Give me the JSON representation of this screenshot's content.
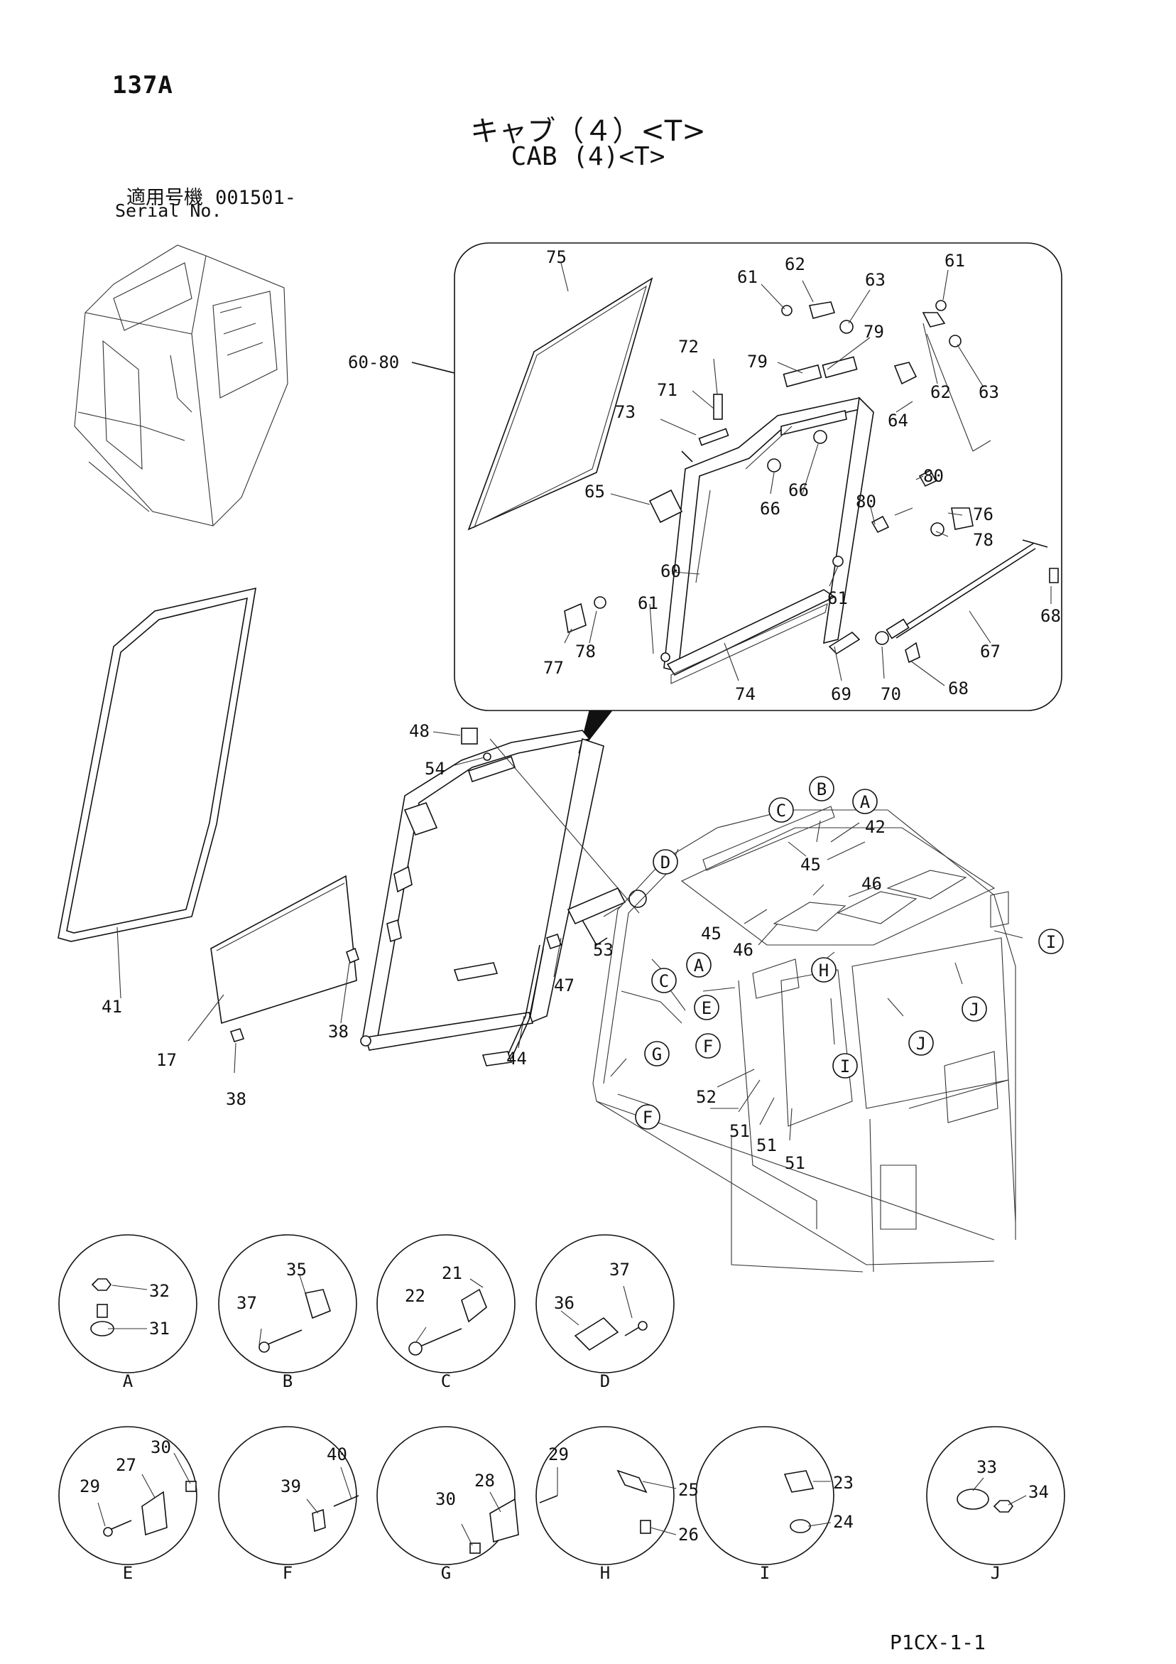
{
  "page_number": "137A",
  "title_jp": "キャブ（４）<T>",
  "title_en": "CAB (4)<T>",
  "serial_label_jp": "適用号機",
  "serial_value": "001501-",
  "serial_label_en": "Serial No.",
  "drawing_code": "P1CX-1-1",
  "callouts": {
    "c17": "17",
    "c21": "21",
    "c22": "22",
    "c23": "23",
    "c24": "24",
    "c25": "25",
    "c26": "26",
    "c27": "27",
    "c28": "28",
    "c29a": "29",
    "c29b": "29",
    "c30a": "30",
    "c30b": "30",
    "c31": "31",
    "c32": "32",
    "c33": "33",
    "c34": "34",
    "c35": "35",
    "c36": "36",
    "c37a": "37",
    "c37b": "37",
    "c38a": "38",
    "c38b": "38",
    "c39": "39",
    "c40": "40",
    "c41": "41",
    "c42": "42",
    "c44": "44",
    "c45a": "45",
    "c45b": "45",
    "c46a": "46",
    "c46b": "46",
    "c47": "47",
    "c48": "48",
    "c51a": "51",
    "c51b": "51",
    "c51c": "51",
    "c52": "52",
    "c53": "53",
    "c54": "54",
    "c60": "60",
    "c6080": "60-80",
    "c61a": "61",
    "c61b": "61",
    "c61c": "61",
    "c61d": "61",
    "c62a": "62",
    "c62b": "62",
    "c63a": "63",
    "c63b": "63",
    "c64": "64",
    "c65": "65",
    "c66a": "66",
    "c66b": "66",
    "c67": "67",
    "c68a": "68",
    "c68b": "68",
    "c69": "69",
    "c70": "70",
    "c71": "71",
    "c72": "72",
    "c73": "73",
    "c74": "74",
    "c75": "75",
    "c76": "76",
    "c77": "77",
    "c78a": "78",
    "c78b": "78",
    "c79a": "79",
    "c79b": "79",
    "c80a": "80",
    "c80b": "80"
  },
  "refs": {
    "A1": "A",
    "A2": "A",
    "B1": "B",
    "C1": "C",
    "C2": "C",
    "D1": "D",
    "E1": "E",
    "F1": "F",
    "F2": "F",
    "G1": "G",
    "H1": "H",
    "I1": "I",
    "I2": "I",
    "J1": "J",
    "J2": "J"
  },
  "details": [
    {
      "letter": "A"
    },
    {
      "letter": "B"
    },
    {
      "letter": "C"
    },
    {
      "letter": "D"
    },
    {
      "letter": "E"
    },
    {
      "letter": "F"
    },
    {
      "letter": "G"
    },
    {
      "letter": "H"
    },
    {
      "letter": "I"
    },
    {
      "letter": "J"
    }
  ]
}
